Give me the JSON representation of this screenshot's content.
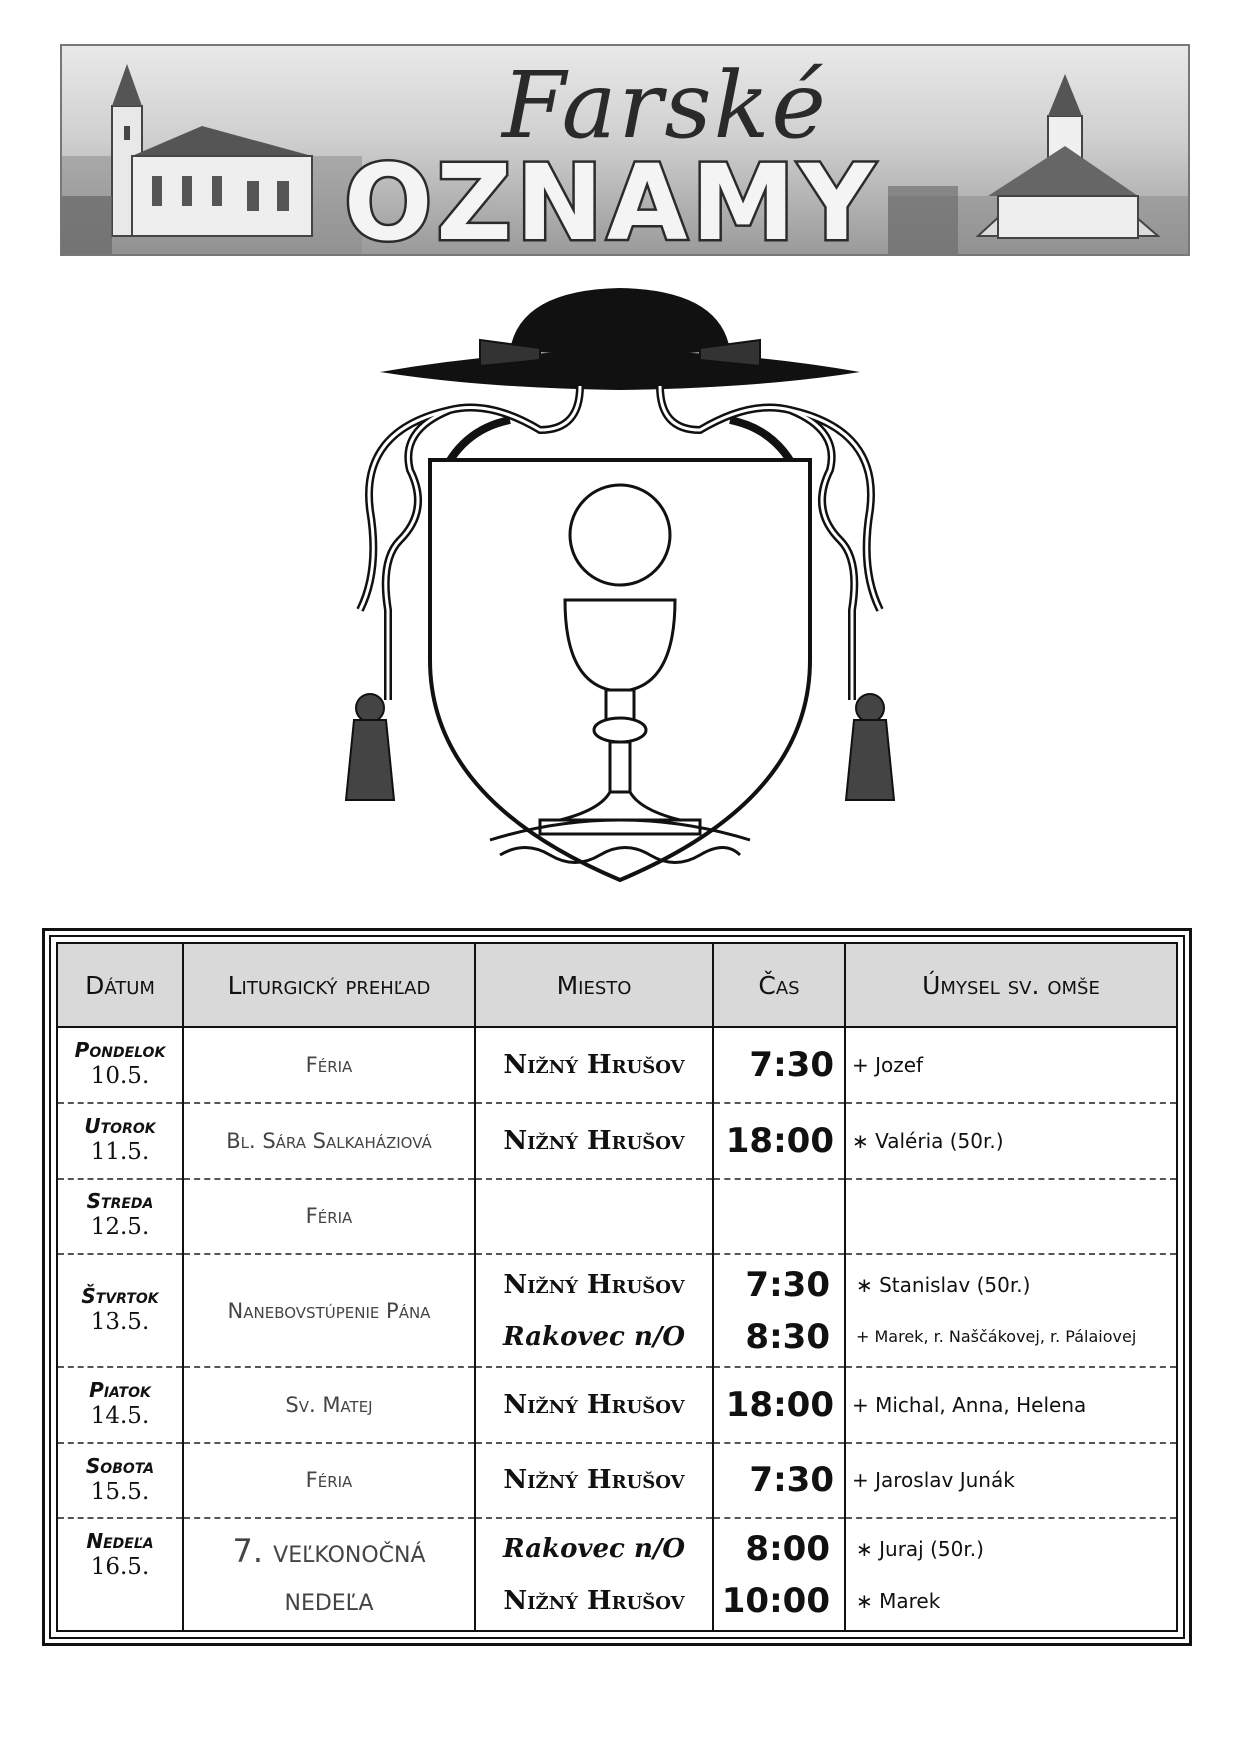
{
  "banner": {
    "title_top": "Farské",
    "title_main": "OZNAMY"
  },
  "table": {
    "headers": [
      "Dátum",
      "Liturgický prehľad",
      "Miesto",
      "Čas",
      "Úmysel sv. omše"
    ],
    "rows": [
      {
        "day": "Pondelok",
        "date": "10.5.",
        "liturgy": "Féria",
        "masses": [
          {
            "place": "Nižný Hrušov",
            "time": "7:30",
            "intention": "+ Jozef"
          }
        ]
      },
      {
        "day": "Utorok",
        "date": "11.5.",
        "liturgy": "Bl. Sára Salkaháziová",
        "masses": [
          {
            "place": "Nižný Hrušov",
            "time": "18:00",
            "intention": "∗ Valéria (50r.)"
          }
        ]
      },
      {
        "day": "Streda",
        "date": "12.5.",
        "liturgy": "Féria",
        "masses": []
      },
      {
        "day": "Štvrtok",
        "date": "13.5.",
        "liturgy": "Nanebovstúpenie Pána",
        "masses": [
          {
            "place": "Nižný Hrušov",
            "time": "7:30",
            "intention": "∗ Stanislav (50r.)"
          },
          {
            "place": "Rakovec n/O",
            "time": "8:30",
            "intention": "+ Marek, r. Naščákovej, r. Pálaiovej"
          }
        ]
      },
      {
        "day": "Piatok",
        "date": "14.5.",
        "liturgy": "Sv. Matej",
        "masses": [
          {
            "place": "Nižný Hrušov",
            "time": "18:00",
            "intention": "+ Michal, Anna, Helena"
          }
        ]
      },
      {
        "day": "Sobota",
        "date": "15.5.",
        "liturgy": "Féria",
        "masses": [
          {
            "place": "Nižný Hrušov",
            "time": "7:30",
            "intention": "+ Jaroslav Junák"
          }
        ]
      },
      {
        "day": "Nedeľa",
        "date": "16.5.",
        "liturgy": "7. veľkonočná nedeľa",
        "masses": [
          {
            "place": "Rakovec n/O",
            "time": "8:00",
            "intention": "∗ Juraj (50r.)"
          },
          {
            "place": "Nižný Hrušov",
            "time": "10:00",
            "intention": "∗ Marek"
          }
        ]
      }
    ]
  }
}
